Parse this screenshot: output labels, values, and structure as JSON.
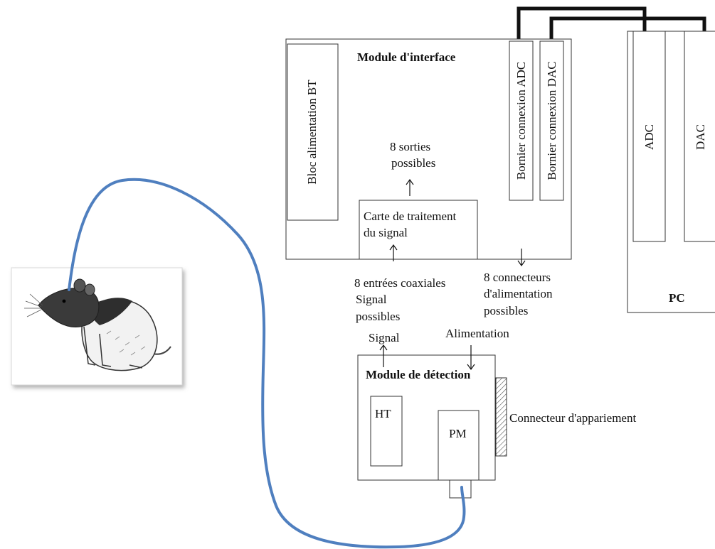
{
  "colors": {
    "fiber": "#4f7fbf",
    "cable": "#111111",
    "outline": "#333333",
    "hatch": "#555555"
  },
  "icons": {
    "subject": "rat-icon"
  },
  "interface_module": {
    "title": "Module d'interface",
    "power_block": "Bloc alimentation BT",
    "adc_terminal": "Bornier connexion ADC",
    "dac_terminal": "Bornier connexion DAC",
    "processing_card": [
      "Carte de traitement",
      "du signal"
    ],
    "outputs": [
      "8 sorties",
      "possibles"
    ],
    "inputs": [
      "8 entrées coaxiales",
      "Signal",
      "possibles"
    ],
    "power_connectors": [
      "8 connecteurs",
      "d'alimentation",
      "possibles"
    ]
  },
  "pc": {
    "label": "PC",
    "adc": "ADC",
    "dac": "DAC"
  },
  "detection_module": {
    "title": "Module de détection",
    "ht": "HT",
    "pm": "PM",
    "signal": "Signal",
    "power": "Alimentation",
    "pairing_connector": "Connecteur d'appariement"
  }
}
